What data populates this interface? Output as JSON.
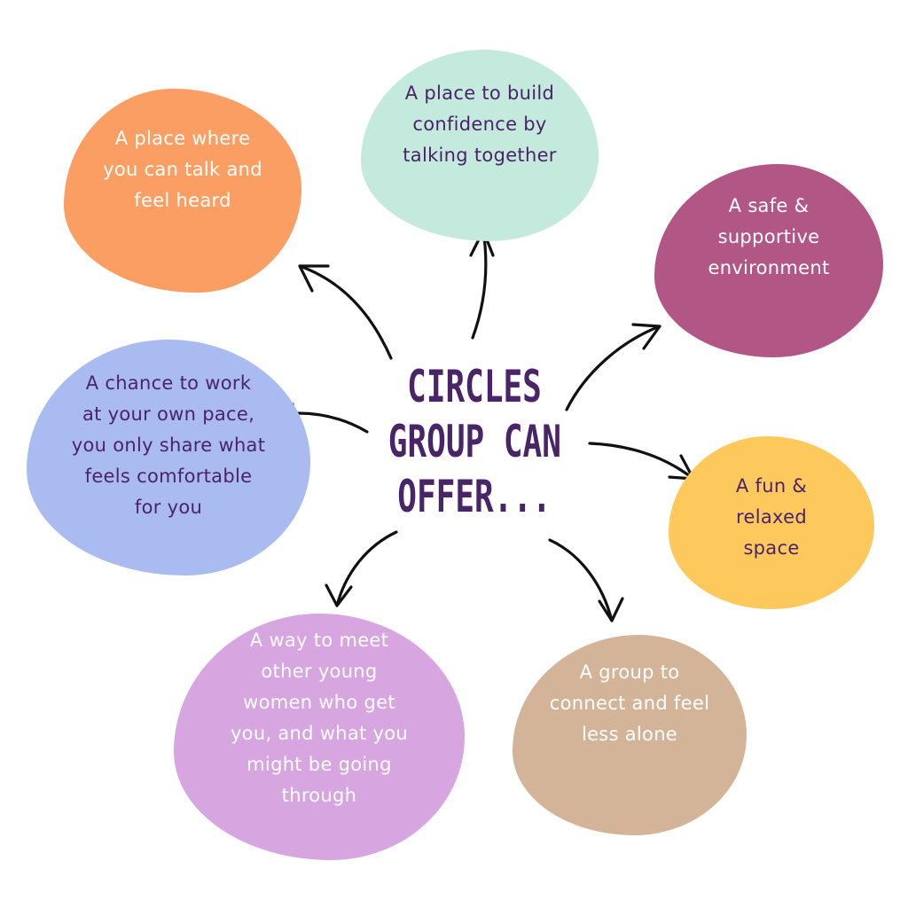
{
  "title": {
    "lines": [
      "CIRCLES",
      "GROUP CAN",
      "OFFER..."
    ],
    "color": "#4a2469"
  },
  "blobs": [
    {
      "id": "orange",
      "color": "#fb9e63",
      "text_color": "#ffffff",
      "lines": [
        "A place where",
        "you can talk and",
        "feel heard"
      ]
    },
    {
      "id": "mint",
      "color": "#c4e9dd",
      "text_color": "#4a2469",
      "lines": [
        "A place to build",
        "confidence by",
        "talking together"
      ]
    },
    {
      "id": "plum",
      "color": "#b25785",
      "text_color": "#ffffff",
      "lines": [
        "A safe &",
        "supportive",
        "environment"
      ]
    },
    {
      "id": "blue",
      "color": "#a9bbf0",
      "text_color": "#4a2469",
      "lines": [
        "A chance to work",
        "at your own pace,",
        "you only share what",
        "feels comfortable",
        "for you"
      ]
    },
    {
      "id": "yellow",
      "color": "#fec95c",
      "text_color": "#4a2469",
      "lines": [
        "A fun &",
        "relaxed",
        "space"
      ]
    },
    {
      "id": "lilac",
      "color": "#d7a5e0",
      "text_color": "#ffffff",
      "lines": [
        "A way to meet",
        "other young",
        "women who get",
        "you, and what you",
        "might be going",
        "through"
      ]
    },
    {
      "id": "tan",
      "color": "#d4b498",
      "text_color": "#ffffff",
      "lines": [
        "A group to",
        "connect and feel",
        "less alone"
      ]
    }
  ],
  "arrow_color": "#111111"
}
